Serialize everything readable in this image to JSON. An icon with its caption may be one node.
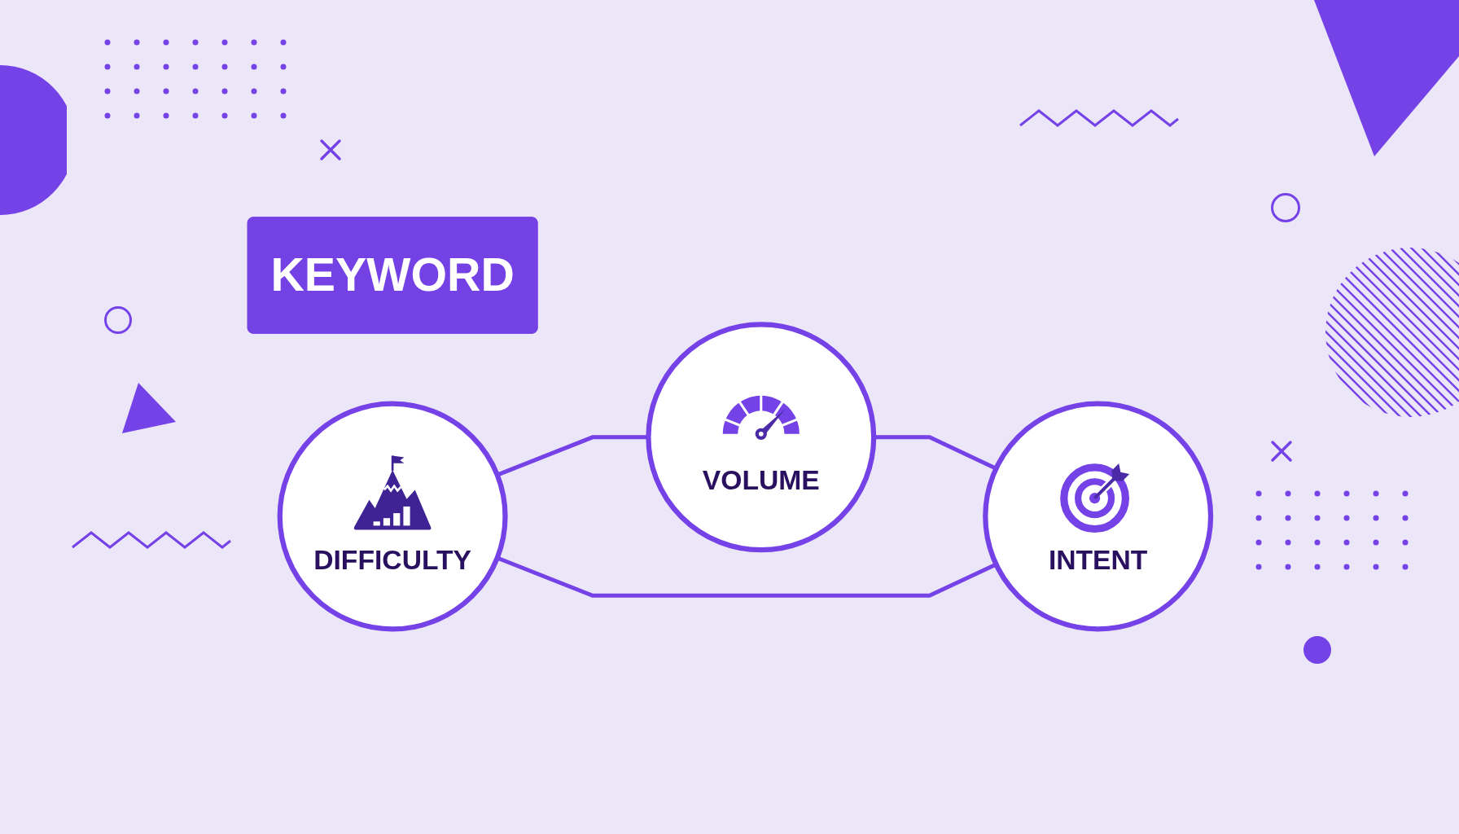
{
  "diagram": {
    "nodes": [
      {
        "text": [
          "VOLUME"
        ]
      },
      {
        "text": [
          "KEYWORD"
        ]
      },
      {
        "text": [
          "DIFFICULTY"
        ]
      },
      {
        "text": [
          "INTENT"
        ]
      }
    ],
    "edges": [
      {
        "from": 2,
        "to": 0,
        "arrow": "none"
      },
      {
        "from": 0,
        "to": 3,
        "arrow": "none"
      },
      {
        "from": 2,
        "to": 3,
        "arrow": "none"
      }
    ]
  }
}
